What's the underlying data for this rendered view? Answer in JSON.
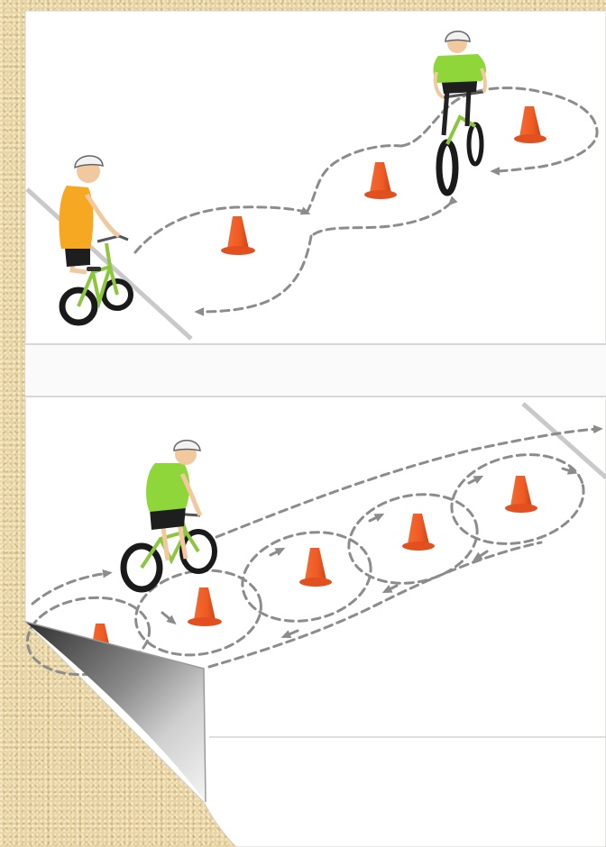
{
  "illustration": {
    "panels": [
      {
        "name": "weaving-drill",
        "cones": 3,
        "riders": 2
      },
      {
        "name": "loop-drill",
        "cones": 5,
        "riders": 1
      }
    ],
    "colors": {
      "background": "#e7d3a4",
      "paper": "#ffffff",
      "cone": "#ef5a24",
      "path": "#8c8c8c",
      "shirt_orange": "#f7a823",
      "shirt_green": "#8ed63a",
      "bike_frame": "#8cc63f",
      "tire": "#1a1a1a",
      "curl_dark": "#4a4a4a"
    }
  }
}
